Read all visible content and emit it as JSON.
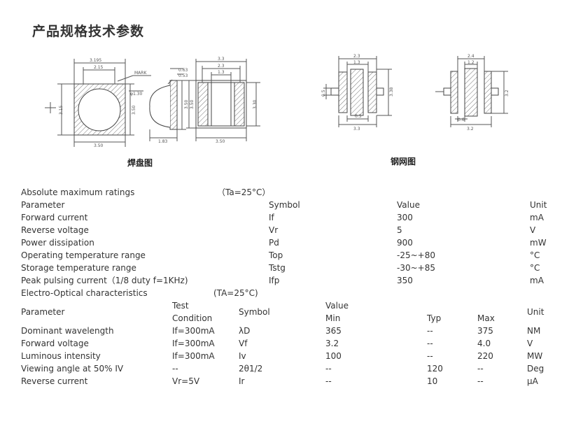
{
  "page": {
    "title": "产品规格技术参数"
  },
  "captions": {
    "solder_pad": "焊盘图",
    "stencil": "钢网图"
  },
  "drawing_labels": {
    "top_3195": "3.195",
    "top_215": "2.15",
    "mark": "MARK",
    "dia": "φ1.30",
    "left_315": "3.15",
    "right_350a": "3.50",
    "bottom_350a": "3.50",
    "side_063": "0.63",
    "side_053": "0.53",
    "side_height": "3.50",
    "side_bottom": "1.83",
    "front_33": "3.3",
    "front_23": "2.3",
    "front_13": "1.3",
    "front_350": "3.50",
    "front_330": "3.30",
    "front_bottom": "3.50",
    "st1_23": "2.3",
    "st1_13": "1.3",
    "st1_05": "0.5",
    "st1_338": "3.38",
    "st1_bot05": "0.5",
    "st1_bot33": "3.3",
    "st2_24": "2.4",
    "st2_12": "1.2",
    "st2_06": "0.6",
    "st2_32": "3.2",
    "st2_bot32": "3.2"
  },
  "abs_max": {
    "heading": "Absolute maximum ratings",
    "condition": "（Ta=25°C）",
    "header": {
      "parameter": "Parameter",
      "symbol": "Symbol",
      "value": "Value",
      "unit": "Unit"
    },
    "rows": [
      {
        "parameter": "Forward current",
        "symbol": "If",
        "value": "300",
        "unit": "mA"
      },
      {
        "parameter": "Reverse voltage",
        "symbol": "Vr",
        "value": "5",
        "unit": "V"
      },
      {
        "parameter": "Power dissipation",
        "symbol": "Pd",
        "value": "900",
        "unit": "mW"
      },
      {
        "parameter": "Operating temperature range",
        "symbol": "Top",
        "value": "-25~+80",
        "unit": "°C"
      },
      {
        "parameter": "Storage temperature range",
        "symbol": "Tstg",
        "value": "-30~+85",
        "unit": "°C"
      },
      {
        "parameter": "Peak pulsing current（1/8 duty f=1KHz)",
        "symbol": "Ifp",
        "value": "350",
        "unit": "mA"
      }
    ]
  },
  "electro": {
    "heading": "Electro-Optical characteristics",
    "condition": "(TA=25°C)",
    "header": {
      "parameter": "Parameter",
      "test": "Test",
      "condition": "Condition",
      "symbol": "Symbol",
      "value": "Value",
      "min": "Min",
      "typ": "Typ",
      "max": "Max",
      "unit": "Unit"
    },
    "rows": [
      {
        "parameter": "Dominant wavelength",
        "condition": "If=300mA",
        "symbol": "λD",
        "min": "365",
        "typ": "--",
        "max": "375",
        "unit": "NM"
      },
      {
        "parameter": "Forward voltage",
        "condition": "If=300mA",
        "symbol": "Vf",
        "min": "3.2",
        "typ": "--",
        "max": "4.0",
        "unit": "V"
      },
      {
        "parameter": "Luminous intensity",
        "condition": "If=300mA",
        "symbol": "Iv",
        "min": "100",
        "typ": "--",
        "max": "220",
        "unit": "MW"
      },
      {
        "parameter": "Viewing angle at 50% IV",
        "condition": "--",
        "symbol": "2θ1/2",
        "min": "--",
        "typ": "120",
        "max": "--",
        "unit": "Deg"
      },
      {
        "parameter": "Reverse current",
        "condition": "Vr=5V",
        "symbol": "Ir",
        "min": "--",
        "typ": "10",
        "max": "--",
        "unit": "μA"
      }
    ]
  }
}
